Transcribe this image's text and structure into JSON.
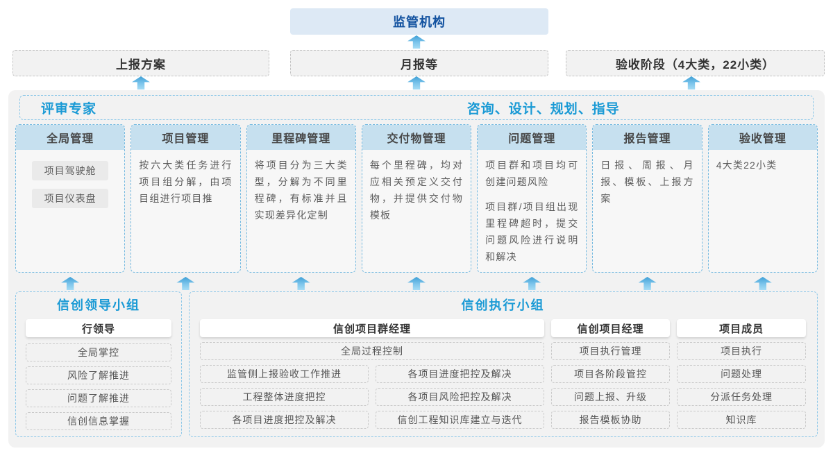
{
  "top": {
    "regulator": "监管机构"
  },
  "row2": [
    "上报方案",
    "月报等",
    "验收阶段（4大类，22小类）"
  ],
  "panel": {
    "experts_label": "评审专家",
    "advisory_label": "咨询、设计、规划、指导",
    "columns": [
      {
        "title": "全局管理",
        "chips": [
          "项目驾驶舱",
          "项目仪表盘"
        ]
      },
      {
        "title": "项目管理",
        "text": "按六大类任务进行项目组分解，由项目组进行项目推"
      },
      {
        "title": "里程碑管理",
        "text": "将项目分为三大类型，分解为不同里程碑，有标准并且实现差异化定制"
      },
      {
        "title": "交付物管理",
        "text": "每个里程碑，均对应相关预定义交付物，并提供交付物模板"
      },
      {
        "title": "问题管理",
        "paragraphs": [
          "项目群和项目均可创建问题风险",
          "项目群/项目组出现里程碑超时，提交问题风险进行说明和解决"
        ]
      },
      {
        "title": "报告管理",
        "text": "日报、周报、月报、模板、上报方案"
      },
      {
        "title": "验收管理",
        "text": "4大类22小类"
      }
    ]
  },
  "bottom": {
    "leader_group": {
      "title": "信创领导小组",
      "role": "行领导",
      "items": [
        "全局掌控",
        "风险了解推进",
        "问题了解推进",
        "信创信息掌握"
      ]
    },
    "exec_group": {
      "title": "信创执行小组",
      "program_manager": {
        "role": "信创项目群经理",
        "full_item": "全局过程控制",
        "left_items": [
          "监管侧上报验收工作推进",
          "工程整体进度把控",
          "各项目进度把控及解决"
        ],
        "right_items": [
          "各项目进度把控及解决",
          "各项目风险把控及解决",
          "信创工程知识库建立与迭代"
        ]
      },
      "project_manager": {
        "role": "信创项目经理",
        "items": [
          "项目执行管理",
          "项目各阶段管控",
          "问题上报、升级",
          "报告模板协助"
        ]
      },
      "members": {
        "role": "项目成员",
        "items": [
          "项目执行",
          "问题处理",
          "分派任务处理",
          "知识库"
        ]
      }
    }
  },
  "colors": {
    "accent_blue": "#1a9ad5",
    "dark_blue": "#11519f",
    "regulator_bg": "#dde9f5",
    "column_header_bg": "#c6e0ef",
    "dashed_blue_border": "#8cc7e8",
    "arrow_blue": "#3e9fd6",
    "panel_bg": "#f2f2f2"
  }
}
